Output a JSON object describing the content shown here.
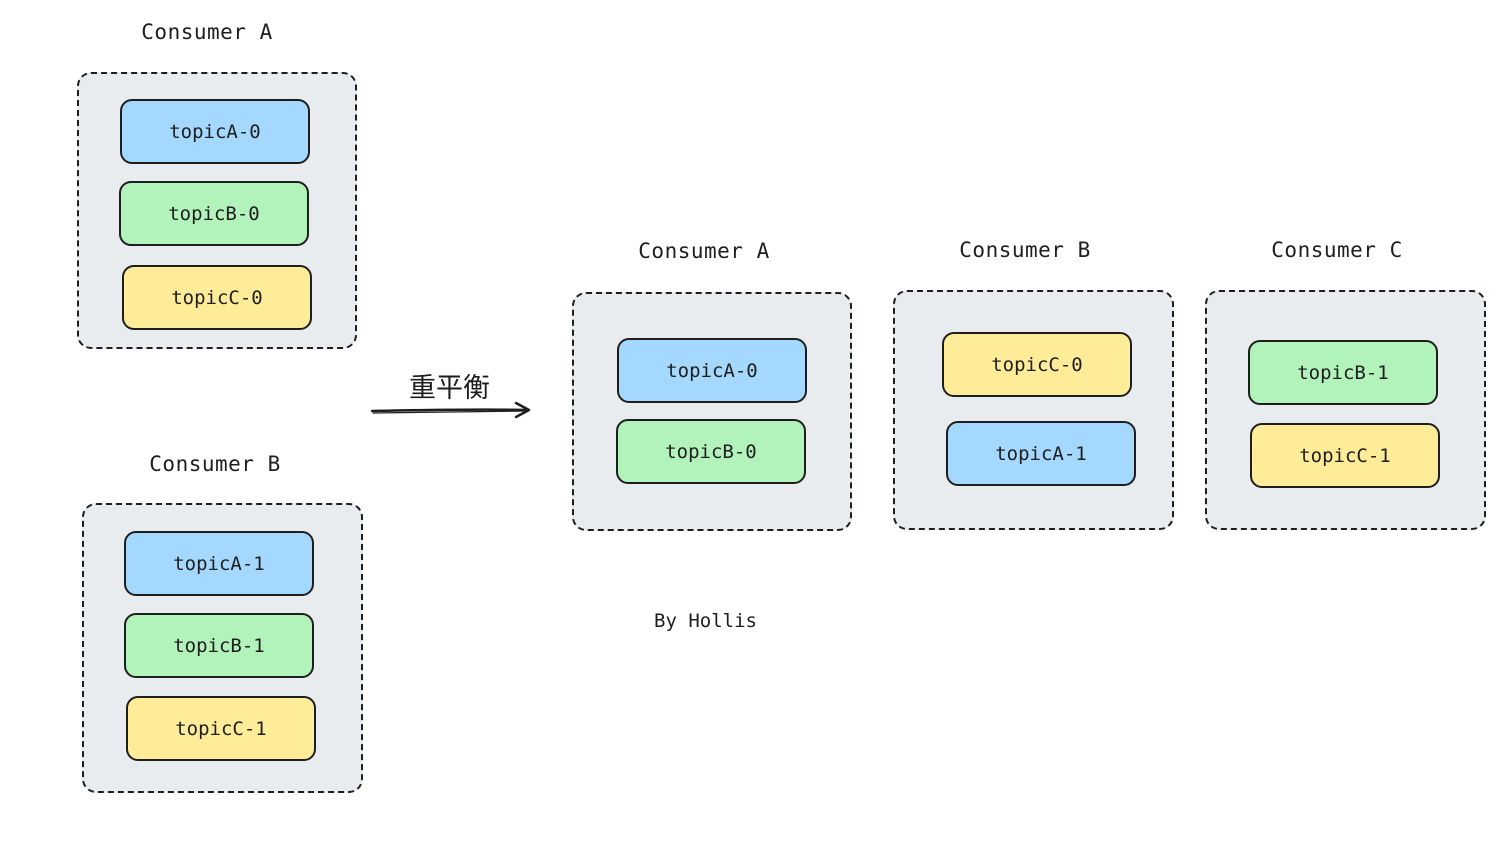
{
  "colors": {
    "blue": "#a5d8ff",
    "green": "#b2f2bb",
    "yellow": "#ffec99",
    "group_bg": "#e9ecef",
    "stroke": "#1e1e1e"
  },
  "before": {
    "consumer_a": {
      "title": "Consumer A",
      "topics": [
        "topicA-0",
        "topicB-0",
        "topicC-0"
      ]
    },
    "consumer_b": {
      "title": "Consumer B",
      "topics": [
        "topicA-1",
        "topicB-1",
        "topicC-1"
      ]
    }
  },
  "rebalance_label": "重平衡",
  "after": {
    "consumer_a": {
      "title": "Consumer A",
      "topics": [
        "topicA-0",
        "topicB-0"
      ]
    },
    "consumer_b": {
      "title": "Consumer B",
      "topics": [
        "topicC-0",
        "topicA-1"
      ]
    },
    "consumer_c": {
      "title": "Consumer C",
      "topics": [
        "topicB-1",
        "topicC-1"
      ]
    }
  },
  "author": "By Hollis"
}
